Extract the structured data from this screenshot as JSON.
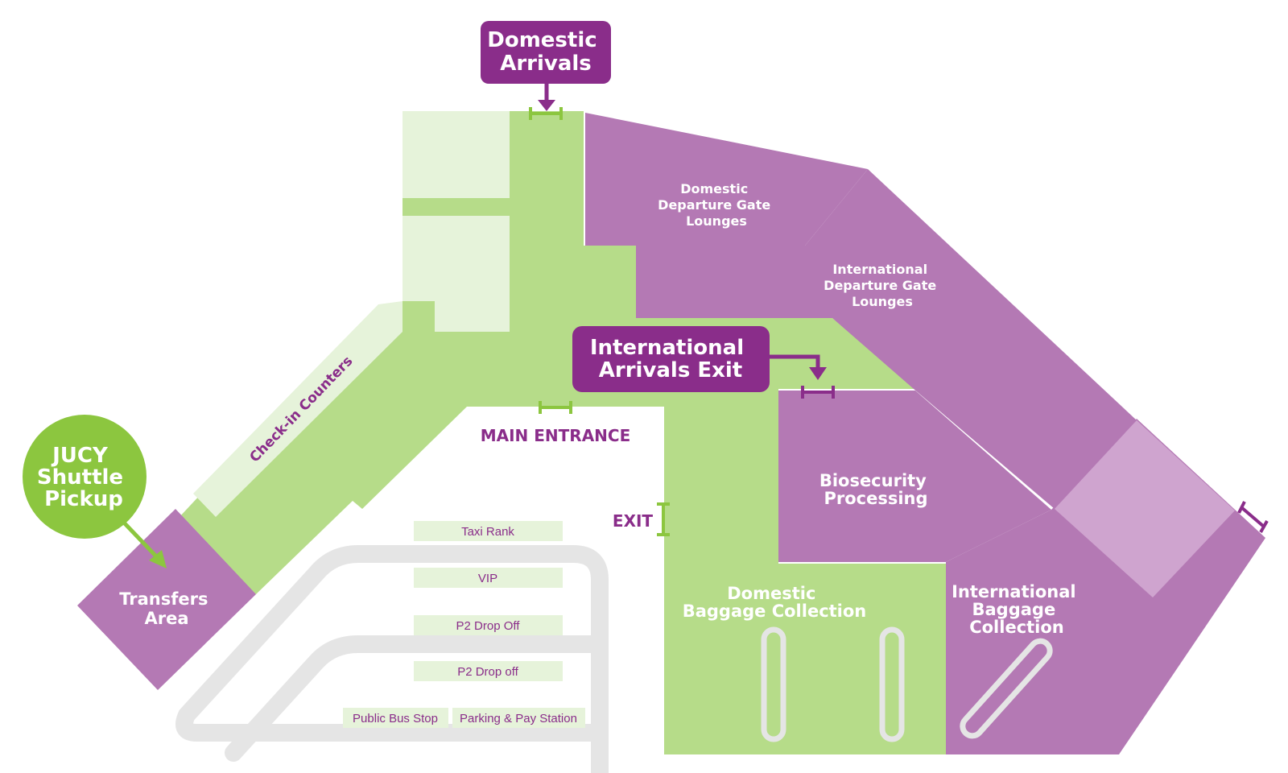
{
  "callouts": {
    "domestic_arrivals": [
      "Domestic",
      "Arrivals"
    ],
    "international_arrivals_exit": [
      "International",
      "Arrivals Exit"
    ],
    "jucy_shuttle": [
      "JUCY",
      "Shuttle",
      "Pickup"
    ]
  },
  "areas": {
    "domestic_departure": [
      "Domestic",
      "Departure Gate",
      "Lounges"
    ],
    "international_departure": [
      "International",
      "Departure Gate",
      "Lounges"
    ],
    "biosecurity": [
      "Biosecurity",
      "Processing"
    ],
    "domestic_baggage": [
      "Domestic",
      "Baggage Collection"
    ],
    "international_baggage": [
      "International",
      "Baggage",
      "Collection"
    ],
    "transfers": [
      "Transfers",
      "Area"
    ],
    "check_in": "Check-in Counters"
  },
  "entrances": {
    "main_entrance": "MAIN ENTRANCE",
    "exit": "EXIT"
  },
  "ground_zones": {
    "taxi_rank": "Taxi Rank",
    "vip": "VIP",
    "p2_drop_off_1": "P2 Drop Off",
    "p2_drop_off_2": "P2 Drop off",
    "public_bus_stop": "Public Bus Stop",
    "parking_pay_station": "Parking & Pay Station"
  },
  "colors": {
    "green": "#b6dc89",
    "light_green": "#e6f3da",
    "bright_green": "#8cc63f",
    "purple": "#b479b4",
    "dark_purple": "#8a2d8a",
    "light_purple": "#cfa4cf",
    "road_grey": "#e5e5e5"
  }
}
